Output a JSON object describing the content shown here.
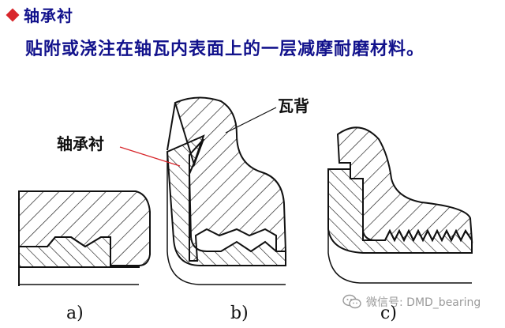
{
  "header": {
    "bullet_icon": "red-diamond-bullet-icon",
    "bullet_color": "#d8262b",
    "title": "轴承衬",
    "subtitle": "贴附或浇注在轴瓦内表面上的一层减摩耐磨材料。",
    "text_color": "#12128c"
  },
  "figure": {
    "callouts": {
      "lining": "轴承衬",
      "shell_back": "瓦背"
    },
    "subfigures": [
      {
        "label": "a)"
      },
      {
        "label": "b)"
      },
      {
        "label": "c)"
      }
    ]
  },
  "watermark": {
    "icon": "wechat-icon",
    "text": "微信号: DMD_bearing"
  }
}
